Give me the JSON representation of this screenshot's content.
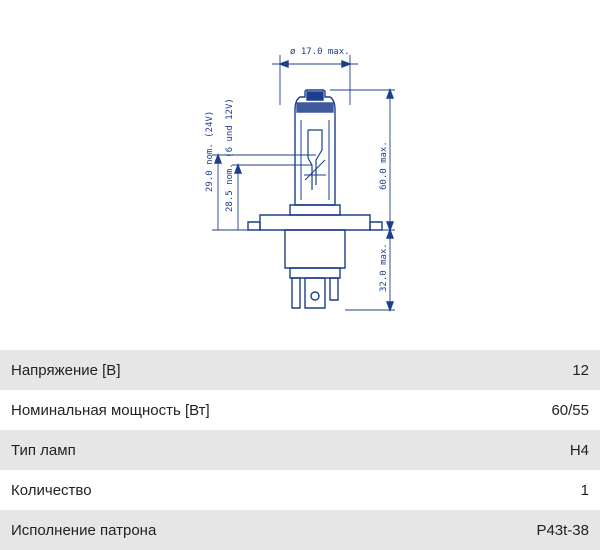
{
  "diagram": {
    "dim_diameter": "ø 17.0 max.",
    "dim_height": "60.0 max.",
    "dim_base": "32.0 max.",
    "dim_focal_24v": "29.0 nom. (24V)",
    "dim_focal_12v": "28.5 nom. (6 und 12V)",
    "line_color": "#1c3f8c"
  },
  "specs": [
    {
      "label": "Напряжение [В]",
      "value": "12"
    },
    {
      "label": "Номинальная мощность [Вт]",
      "value": "60/55"
    },
    {
      "label": "Тип ламп",
      "value": "H4"
    },
    {
      "label": "Количество",
      "value": "1"
    },
    {
      "label": "Исполнение патрона",
      "value": "P43t-38"
    }
  ],
  "colors": {
    "row_shade": "#e6e6e6",
    "text": "#222222"
  }
}
